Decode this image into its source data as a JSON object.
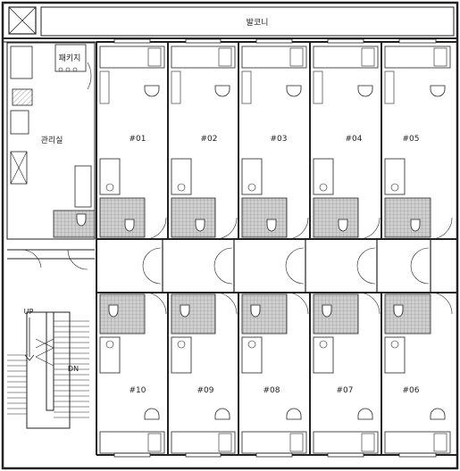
{
  "balcony_label": "발코니",
  "admin_label": "관리실",
  "storage_label": "패키지",
  "stairs": {
    "up": "UP",
    "down": "DN"
  },
  "rooms_top": [
    "#01",
    "#02",
    "#03",
    "#04",
    "#05"
  ],
  "rooms_bottom": [
    "#10",
    "#09",
    "#08",
    "#07",
    "#06"
  ],
  "colors": {
    "line": "#222222",
    "tile": "#bdbdbd",
    "paper": "#ffffff"
  },
  "icons": [
    "toilet-icon",
    "sink-icon",
    "bed-icon",
    "door-swing-icon",
    "window-icon"
  ]
}
